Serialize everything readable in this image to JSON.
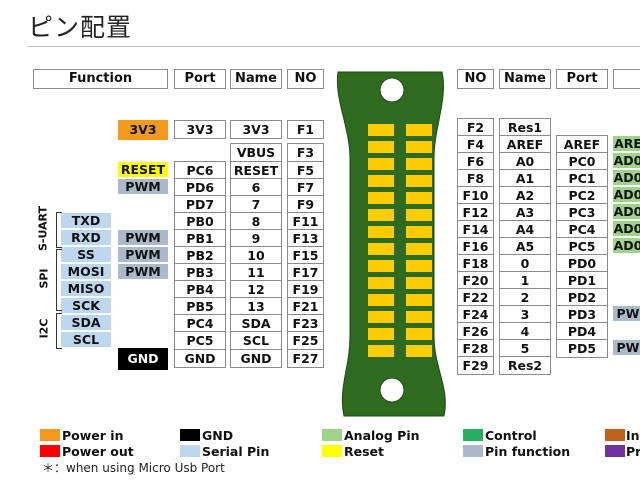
{
  "title": "ピン配置",
  "left_headers": {
    "function": "Function",
    "port": "Port",
    "name": "Name",
    "no": "NO"
  },
  "right_headers": {
    "no": "NO",
    "name": "Name",
    "port": "Port"
  },
  "left_rows": [
    {
      "no": "F1",
      "name": "3V3",
      "port": "3V3",
      "func": "3V3"
    },
    {
      "no": "F3",
      "name": "VBUS",
      "port": "",
      "func": ""
    },
    {
      "no": "F5",
      "name": "RESET",
      "port": "PC6",
      "func": "RESET"
    },
    {
      "no": "F7",
      "name": "6",
      "port": "PD6",
      "func": "PWM"
    },
    {
      "no": "F9",
      "name": "7",
      "port": "PD7",
      "func": ""
    },
    {
      "no": "F11",
      "name": "8",
      "port": "PB0",
      "func": "TXD"
    },
    {
      "no": "F13",
      "name": "9",
      "port": "PB1",
      "func": "PWM",
      "func2": "RXD"
    },
    {
      "no": "F15",
      "name": "10",
      "port": "PB2",
      "func": "PWM",
      "func2": "SS"
    },
    {
      "no": "F17",
      "name": "11",
      "port": "PB3",
      "func": "PWM",
      "func2": "MOSI"
    },
    {
      "no": "F19",
      "name": "12",
      "port": "PB4",
      "func": "MISO"
    },
    {
      "no": "F21",
      "name": "13",
      "port": "PB5",
      "func": "SCK"
    },
    {
      "no": "F23",
      "name": "SDA",
      "port": "PC4",
      "func": "SDA"
    },
    {
      "no": "F25",
      "name": "SCL",
      "port": "PC5",
      "func": "SCL"
    },
    {
      "no": "F27",
      "name": "GND",
      "port": "GND",
      "func": "GND"
    }
  ],
  "right_rows": [
    {
      "no": "F2",
      "name": "Res1",
      "port": "",
      "func": ""
    },
    {
      "no": "F4",
      "name": "AREF",
      "port": "AREF",
      "func": "ARE"
    },
    {
      "no": "F6",
      "name": "A0",
      "port": "PC0",
      "func": "AD0"
    },
    {
      "no": "F8",
      "name": "A1",
      "port": "PC1",
      "func": "AD0"
    },
    {
      "no": "F10",
      "name": "A2",
      "port": "PC2",
      "func": "AD0"
    },
    {
      "no": "F12",
      "name": "A3",
      "port": "PC3",
      "func": "AD0"
    },
    {
      "no": "F14",
      "name": "A4",
      "port": "PC4",
      "func": "AD0"
    },
    {
      "no": "F16",
      "name": "A5",
      "port": "PC5",
      "func": "AD0"
    },
    {
      "no": "F18",
      "name": "0",
      "port": "PD0",
      "func": ""
    },
    {
      "no": "F20",
      "name": "1",
      "port": "PD1",
      "func": ""
    },
    {
      "no": "F22",
      "name": "2",
      "port": "PD2",
      "func": ""
    },
    {
      "no": "F24",
      "name": "3",
      "port": "PD3",
      "func": "PW"
    },
    {
      "no": "F26",
      "name": "4",
      "port": "PD4",
      "func": ""
    },
    {
      "no": "F28",
      "name": "5",
      "port": "PD5",
      "func": "PW"
    },
    {
      "no": "F29",
      "name": "Res2",
      "port": "",
      "func": ""
    }
  ],
  "groups": {
    "suart": "S-UART",
    "spi": "SPI",
    "i2c": "I2C"
  },
  "legend": [
    {
      "label": "Power in",
      "color": "#f39a1e"
    },
    {
      "label": "GND",
      "color": "#000000"
    },
    {
      "label": "Analog Pin",
      "color": "#9fd38a"
    },
    {
      "label": "Control",
      "color": "#27ae60"
    },
    {
      "label": "In",
      "color": "#c0601a"
    },
    {
      "label": "Power out",
      "color": "#ff0000"
    },
    {
      "label": "Serial Pin",
      "color": "#bcd7ee"
    },
    {
      "label": "Reset",
      "color": "#ffff00"
    },
    {
      "label": "Pin function",
      "color": "#acb9ca"
    },
    {
      "label": "Pr",
      "color": "#7030a0"
    }
  ],
  "note": "＊：when using Micro Usb Port",
  "colors": {
    "board": "#2e6b1f",
    "pad": "#ffcc00"
  }
}
